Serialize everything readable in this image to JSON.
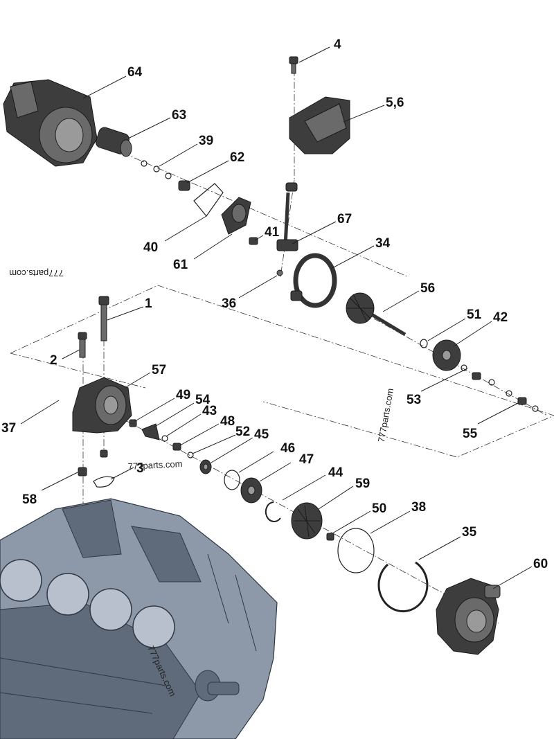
{
  "diagram": {
    "callouts": [
      "4",
      "64",
      "5,6",
      "63",
      "39",
      "62",
      "40",
      "61",
      "41",
      "67",
      "34",
      "36",
      "56",
      "1",
      "51",
      "42",
      "2",
      "57",
      "37",
      "49",
      "54",
      "43",
      "48",
      "52",
      "45",
      "53",
      "55",
      "3",
      "46",
      "47",
      "58",
      "44",
      "59",
      "50",
      "38",
      "35",
      "60"
    ],
    "watermarks": [
      "777parts.com",
      "777parts.com",
      "777parts.com",
      "777parts.com"
    ]
  }
}
